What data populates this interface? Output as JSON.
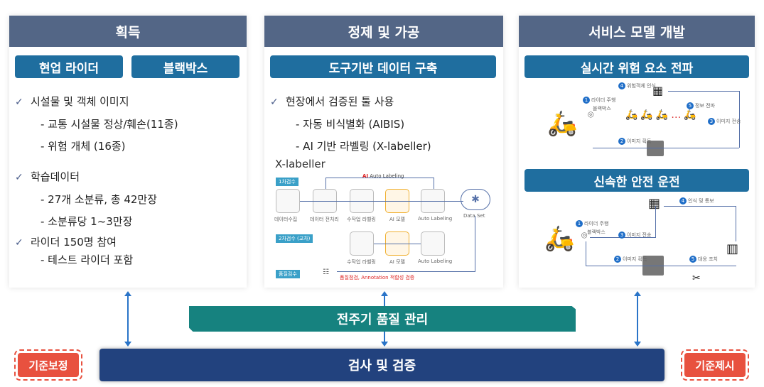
{
  "acquire": {
    "title": "획득",
    "buttons": [
      "현업 라이더",
      "블랙박스"
    ],
    "items": [
      {
        "text": "시설물 및 객체 이미지",
        "check": true
      },
      {
        "text": "- 교통 시설물 정상/훼손(11종)"
      },
      {
        "text": "- 위험 개체 (16종)"
      },
      {
        "text": "학습데이터",
        "check": true
      },
      {
        "text": "- 27개 소분류, 총 42만장"
      },
      {
        "text": "- 소분류당 1~3만장"
      },
      {
        "text": "라이더 150명 참여",
        "check": true
      },
      {
        "text": "- 테스트 라이더 포함"
      }
    ]
  },
  "refine": {
    "title": "정제 및 가공",
    "button": "도구기반 데이터 구축",
    "items": [
      {
        "text": "현장에서 검증된 툴 사용",
        "check": true
      },
      {
        "text": "- 자동 비식별화 (AIBIS)"
      },
      {
        "text": "- AI 기반 라벨링 (X-labeller)"
      }
    ],
    "diagram": {
      "logo": "X-labeller",
      "ai_prefix": "AI",
      "auto_labeling_title": "Auto Labeling",
      "stage1": "1차검수",
      "stage2": "2차검수 (교차)",
      "stage3": "품질검수",
      "row1": [
        "데이터수집",
        "데이터 전처리",
        "수작업 라벨링",
        "AI 모델",
        "Auto Labeling"
      ],
      "row2": [
        "수작업 라벨링",
        "AI 모델",
        "Auto Labeling"
      ],
      "dataset": "Data Set",
      "note": "품질점검, Annotation 적합성 검증"
    }
  },
  "service": {
    "title": "서비스 모델 개발",
    "button1": "실시간 위험 요소 전파",
    "button2": "신속한 안전 운전",
    "d1": [
      "라이더 주행",
      "블랙박스",
      "이미지 획득",
      "이미지 전송",
      "위험객체 인식",
      "정보 전파"
    ],
    "d2": [
      "라이더 주행",
      "블랙박스",
      "이미지 획득",
      "이미지 전송",
      "인식 및 통보",
      "대응 조치"
    ]
  },
  "lifecycle": "전주기 품질 관리",
  "inspection": "검사 및 검증",
  "left_badge": "기준보정",
  "right_badge": "기준제시",
  "colors": {
    "header": "#536686",
    "button": "#1f6e9f",
    "teal": "#16827f",
    "navy": "#22427e",
    "red": "#e8513f"
  }
}
